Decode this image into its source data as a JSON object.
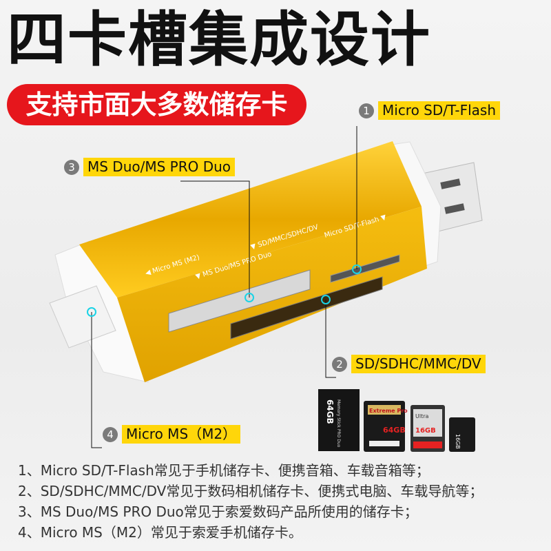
{
  "title": "四卡槽集成设计",
  "subtitle": "支持市面大多数储存卡",
  "callouts": [
    {
      "num": "1",
      "label": "Micro SD/T-Flash"
    },
    {
      "num": "2",
      "label": "SD/SDHC/MMC/DV"
    },
    {
      "num": "3",
      "label": "MS Duo/MS PRO Duo"
    },
    {
      "num": "4",
      "label": "Micro MS（M2）"
    }
  ],
  "device_labels": {
    "micro_sd": "Micro SD/T-Flash ▼",
    "sd": "▼ SD/MMC/SDHC/DV",
    "ms_duo": "▼ MS Duo/MS PRO Duo",
    "micro_ms": "◀ Micro MS (M2)"
  },
  "cards": {
    "ms_capacity": "64GB",
    "ms_name": "Memory Stick PRO Duo",
    "extreme_name": "Extreme Pro",
    "extreme_capacity": "64GB",
    "ultra_name": "Ultra",
    "ultra_capacity": "16GB",
    "micro_capacity": "16GB"
  },
  "colors": {
    "accent_red": "#e6161c",
    "tag_yellow": "#ffd60a",
    "body_gold": "#f0b400",
    "marker_cyan": "#19d3e6"
  },
  "notes": [
    "1、Micro SD/T-Flash常见于手机储存卡、便携音箱、车载音箱等；",
    "2、SD/SDHC/MMC/DV常见于数码相机储存卡、便携式电脑、车载导航等；",
    "3、MS Duo/MS PRO Duo常见于索爱数码产品所使用的储存卡；",
    "4、Micro MS（M2）常见于索爱手机储存卡。"
  ]
}
